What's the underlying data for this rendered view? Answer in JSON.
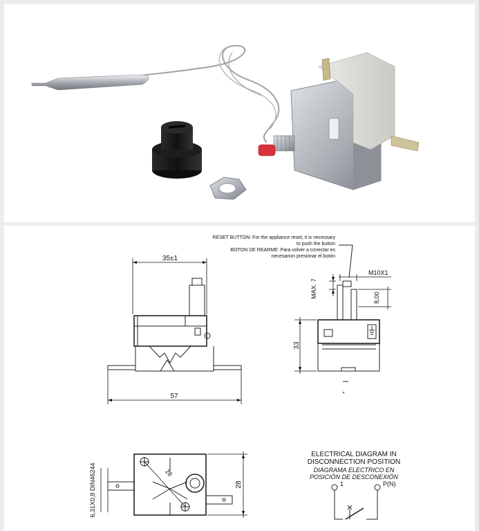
{
  "photo": {
    "product": "thermostat-photo"
  },
  "annotations": {
    "reset_en_1": "RESET BUTTON: For the appliance reset, it is necessary",
    "reset_en_2": "to push the button",
    "reset_es_1": "BOTON DE REARME: Para volver a conectar es",
    "reset_es_2": "necesarion presionar el botón"
  },
  "dimensions": {
    "width_top": "35±1",
    "width_total": "57",
    "max": "MAX. 7",
    "thread": "M10X1",
    "shaft": "8,00",
    "height": "33",
    "terminal": "6,31X0,8 DIN46244",
    "hole_spacing": "28",
    "side_height": "28"
  },
  "diagram": {
    "title_1": "ELECTRICAL DIAGRAM IN",
    "title_2": "DISCONNECTION POSITION",
    "title_es_1": "DIAGRAMA ELECTRICO EN",
    "title_es_2": "POSICIÓN DE DESCONEXIÓN",
    "terminal_1": "1",
    "terminal_p": "P(N)"
  },
  "colors": {
    "button_red": "#d8323c",
    "knob_black": "#1a1a1a",
    "metal": "#b9bcc2"
  }
}
